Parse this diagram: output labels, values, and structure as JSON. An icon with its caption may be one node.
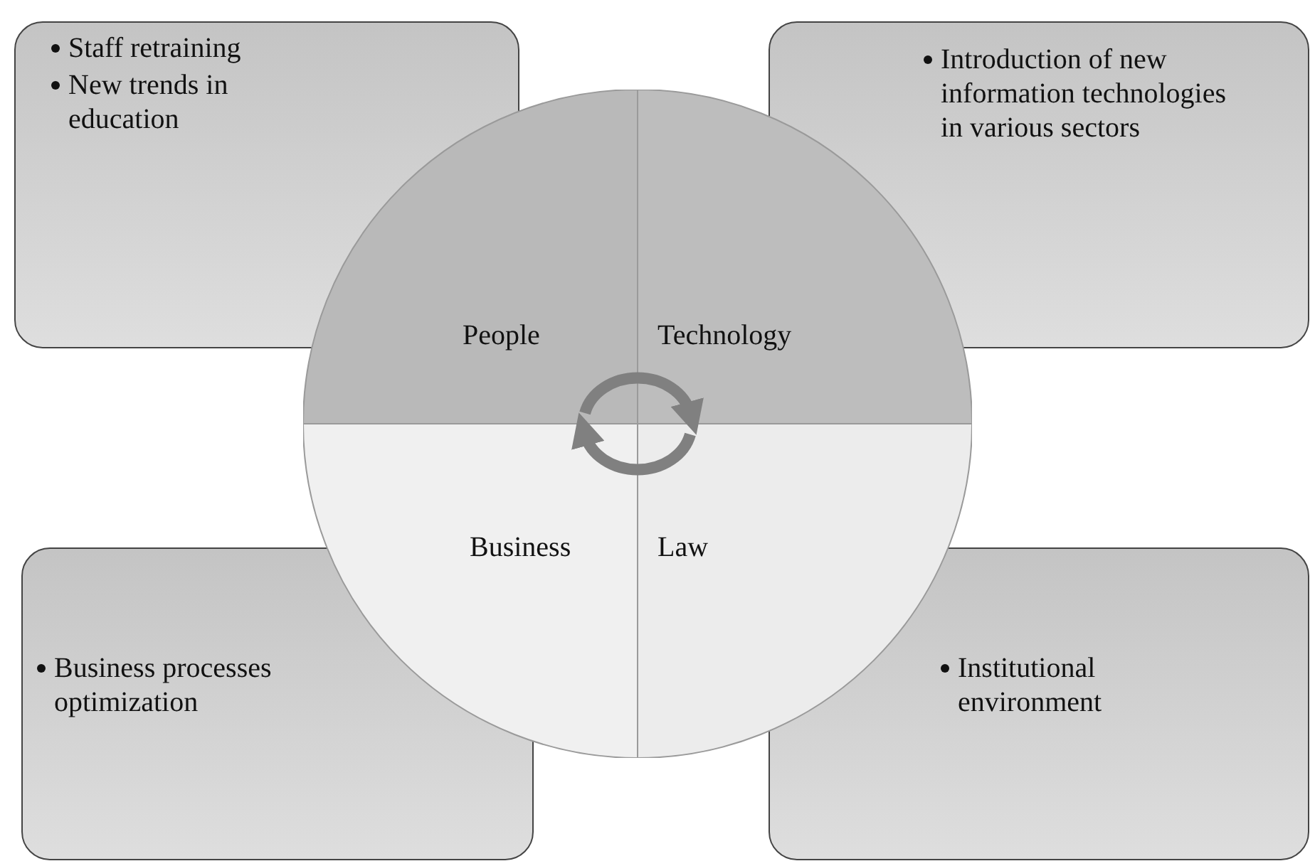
{
  "diagram": {
    "nodes": [
      {
        "text": [
          "Staff retraining",
          "New trends in education"
        ]
      },
      {
        "text": [
          "Introduction of new information technologies  in various sectors"
        ]
      },
      {
        "text": [
          "People"
        ]
      },
      {
        "text": [
          "Technology"
        ]
      },
      {
        "text": [
          "Business"
        ]
      },
      {
        "text": [
          "Law"
        ]
      },
      {
        "text": [
          "Business processes optimization"
        ]
      },
      {
        "text": [
          "Institutional environment"
        ]
      }
    ],
    "edges": [
      {
        "from": 2,
        "to": 3,
        "arrow": "to"
      },
      {
        "from": 5,
        "to": 4,
        "arrow": "to"
      }
    ]
  }
}
